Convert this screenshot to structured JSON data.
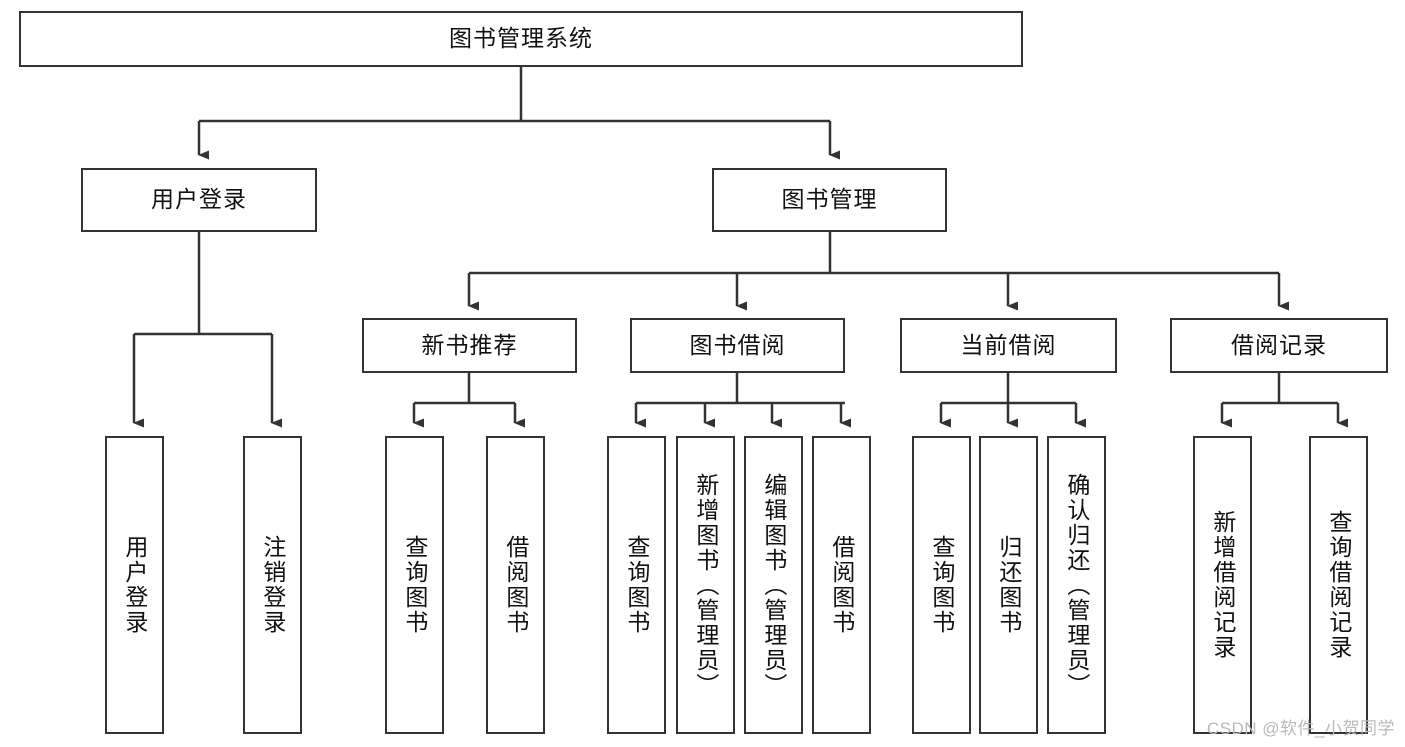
{
  "diagram": {
    "title": "图书管理系统",
    "watermark": "CSDN @软件_小贺同学",
    "colors": {
      "box_border": "#333333",
      "box_fill": "#ffffff",
      "edge": "#333333",
      "text": "#111111",
      "watermark": "#b9b9b9",
      "background": "#ffffff"
    },
    "levels": {
      "root": {
        "label": "图书管理系统"
      },
      "level2": [
        {
          "label": "用户登录"
        },
        {
          "label": "图书管理"
        }
      ],
      "level3": [
        {
          "label": "新书推荐"
        },
        {
          "label": "图书借阅"
        },
        {
          "label": "当前借阅"
        },
        {
          "label": "借阅记录"
        }
      ],
      "leaves": {
        "user_login": [
          {
            "label": "用户登录"
          },
          {
            "label": "注销登录"
          }
        ],
        "new_book_recommend": [
          {
            "label": "查询图书"
          },
          {
            "label": "借阅图书"
          }
        ],
        "book_borrow": [
          {
            "label": "查询图书"
          },
          {
            "label": "新增图书（管理员）"
          },
          {
            "label": "编辑图书（管理员）"
          },
          {
            "label": "借阅图书"
          }
        ],
        "current_borrow": [
          {
            "label": "查询图书"
          },
          {
            "label": "归还图书"
          },
          {
            "label": "确认归还（管理员）"
          }
        ],
        "borrow_record": [
          {
            "label": "新增借阅记录"
          },
          {
            "label": "查询借阅记录"
          }
        ]
      }
    }
  }
}
